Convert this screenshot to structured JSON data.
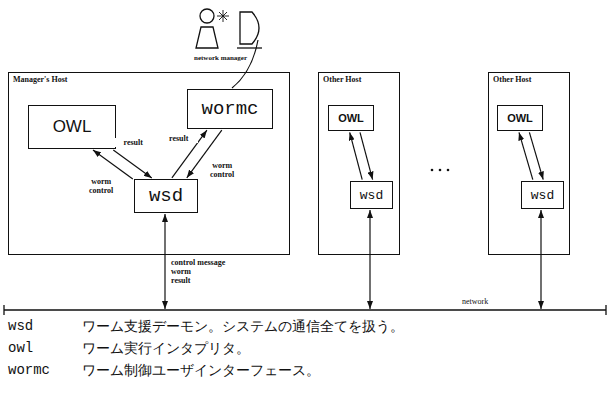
{
  "diagram": {
    "nodes": [
      {
        "text": [
          "Manager's Host"
        ]
      },
      {
        "text": [
          "OWL"
        ],
        "in": 0
      },
      {
        "text": [
          "wormc"
        ],
        "in": 0
      },
      {
        "text": [
          "wsd"
        ],
        "in": 0
      },
      {
        "text": [
          "Other Host"
        ]
      },
      {
        "text": [
          "OWL"
        ],
        "in": 4
      },
      {
        "text": [
          "wsd"
        ],
        "in": 4
      },
      {
        "text": [
          "Other Host"
        ]
      },
      {
        "text": [
          "OWL"
        ],
        "in": 7
      },
      {
        "text": [
          "wsd"
        ],
        "in": 7
      }
    ],
    "edges": [
      {
        "from": 1,
        "to": 3,
        "label": "result",
        "arrow": "to"
      },
      {
        "from": 3,
        "to": 1,
        "label": "worm control",
        "arrow": "to"
      },
      {
        "from": 3,
        "to": 2,
        "label": "result",
        "arrow": "to"
      },
      {
        "from": 2,
        "to": 3,
        "label": "worm control",
        "arrow": "to"
      },
      {
        "from": 5,
        "to": 6,
        "arrow": "to"
      },
      {
        "from": 6,
        "to": 5,
        "arrow": "to"
      },
      {
        "from": 8,
        "to": 9,
        "arrow": "to"
      },
      {
        "from": 9,
        "to": 8,
        "arrow": "to"
      }
    ],
    "labels": [
      "network manager",
      "control message",
      "worm",
      "result",
      "network",
      "wsd",
      "ワーム支援デーモン。システムの通信全てを扱う。",
      "owl",
      "ワーム実行インタプリタ。",
      "wormc",
      "ワーム制御ユーザインターフェース。"
    ]
  }
}
